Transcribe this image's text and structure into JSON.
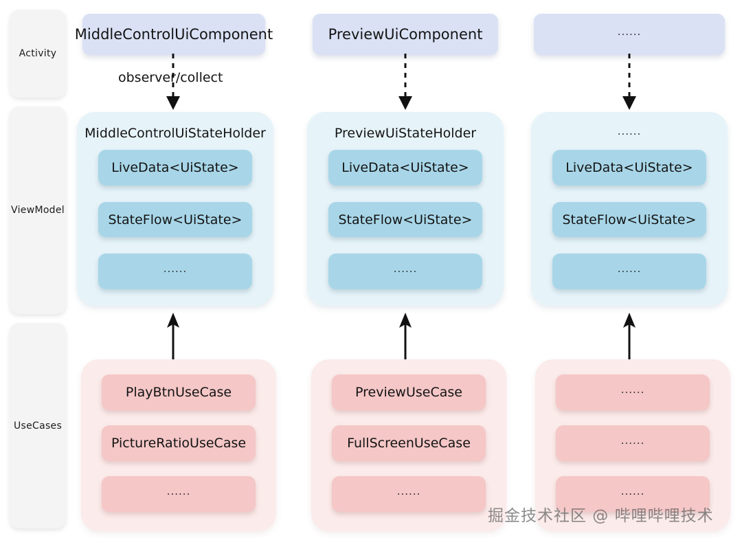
{
  "diagram": {
    "title": "MVI/MVVM UI state holder architecture",
    "colors": {
      "activity_box": "#DAE1F5",
      "viewmodel_container": "#E6F3F9",
      "viewmodel_item": "#A8D6E8",
      "usecases_container": "#FBEBEA",
      "usecases_item": "#F5C7C7",
      "layer_label": "#F4F4F4",
      "arrow": "#000000",
      "background": "#FFFFFF"
    },
    "layers": [
      {
        "label": "Activity"
      },
      {
        "label": "ViewModel"
      },
      {
        "label": "UseCases"
      }
    ],
    "edge_labels": {
      "observer_collect": "observer/collect"
    },
    "placeholder": "......",
    "columns": [
      {
        "ui_component": "MiddleControlUiComponent",
        "state_holder": "MiddleControlUiStateHolder",
        "state_items": [
          "LiveData<UiState>",
          "StateFlow<UiState>",
          "......"
        ],
        "use_cases": [
          "PlayBtnUseCase",
          "PictureRatioUseCase",
          "......"
        ]
      },
      {
        "ui_component": "PreviewUiComponent",
        "state_holder": "PreviewUiStateHolder",
        "state_items": [
          "LiveData<UiState>",
          "StateFlow<UiState>",
          "......"
        ],
        "use_cases": [
          "PreviewUseCase",
          "FullScreenUseCase",
          "......"
        ]
      },
      {
        "ui_component": "......",
        "state_holder": "......",
        "state_items": [
          "LiveData<UiState>",
          "StateFlow<UiState>",
          "......"
        ],
        "use_cases": [
          "......",
          "......",
          "......"
        ]
      }
    ],
    "watermark": "掘金技术社区 @ 哔哩哔哩技术"
  }
}
